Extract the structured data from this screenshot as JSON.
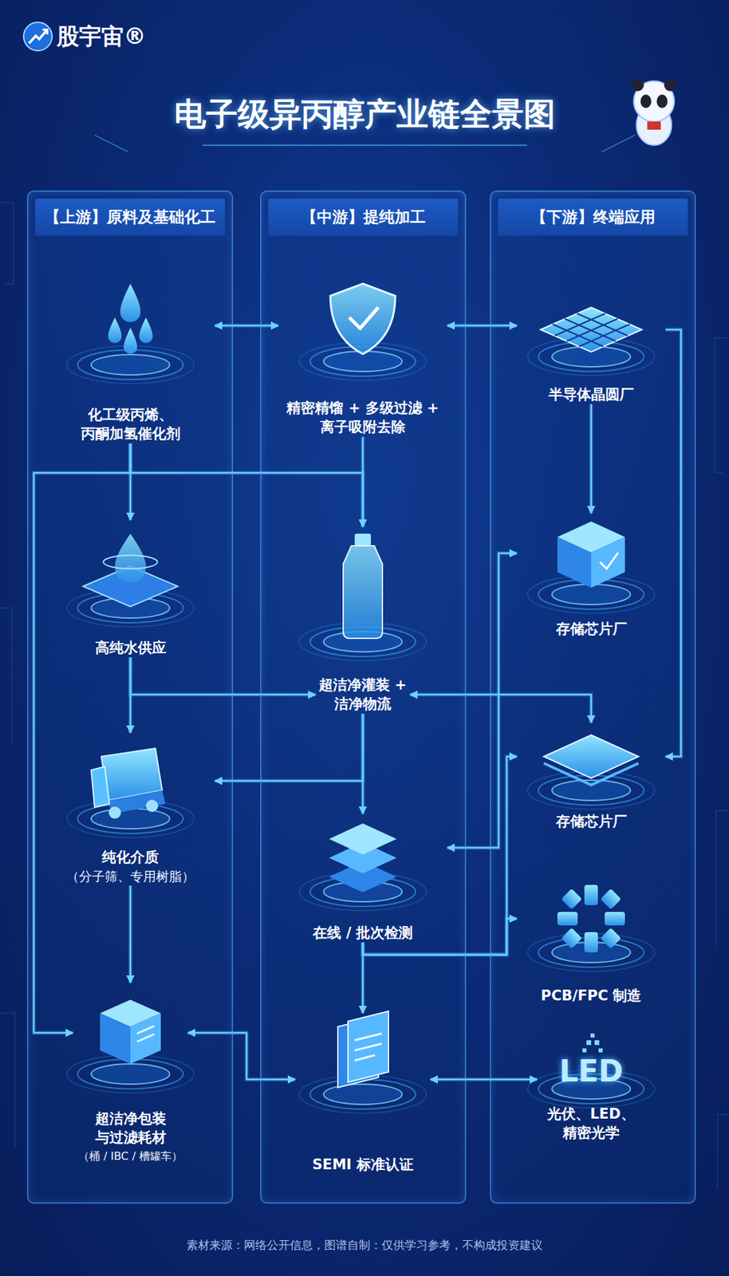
{
  "diagram": {
    "title": "电子级异丙醇产业链全景图",
    "caption": "素材来源：网络公开信息，图谱自制：仅供学习参考，不构成投资建议",
    "nodes": [
      {
        "text": [
          "【上游】原料及基础化工"
        ]
      },
      {
        "text": [
          "化工级丙烯、 丙酮加氢催化剂"
        ],
        "in": 0
      },
      {
        "text": [
          "高纯水供应"
        ],
        "in": 0
      },
      {
        "text": [
          "纯化介质",
          "（分子筛、专用树脂）"
        ],
        "in": 0
      },
      {
        "text": [
          "超洁净包装 与过滤耗材",
          "（桶 / IBC / 槽罐车）"
        ],
        "in": 0
      },
      {
        "text": [
          "【中游】提纯加工"
        ]
      },
      {
        "text": [
          "精密精馏 + 多级过滤 + 离子吸附去除"
        ],
        "in": 5
      },
      {
        "text": [
          "超洁净灌装 + 洁净物流"
        ],
        "in": 5
      },
      {
        "text": [
          "在线 / 批次检测"
        ],
        "in": 5
      },
      {
        "text": [
          "SEMI 标准认证"
        ],
        "in": 5
      },
      {
        "text": [
          "【下游】终端应用"
        ]
      },
      {
        "text": [
          "半导体晶圆厂"
        ],
        "in": 10
      },
      {
        "text": [
          "存储芯片厂"
        ],
        "in": 10
      },
      {
        "text": [
          "存储芯片厂"
        ],
        "in": 10
      },
      {
        "text": [
          "PCB/FPC 制造"
        ],
        "in": 10
      },
      {
        "text": [
          "光伏、LED、 精密光学"
        ],
        "in": 10
      }
    ],
    "edges": [
      {
        "from": 1,
        "to": 6,
        "arrow": "both"
      },
      {
        "from": 6,
        "to": 11,
        "arrow": "both"
      },
      {
        "from": 1,
        "to": 2,
        "arrow": "to"
      },
      {
        "from": 1,
        "to": 7,
        "arrow": "to"
      },
      {
        "from": 6,
        "to": 7,
        "arrow": "to"
      },
      {
        "from": 2,
        "to": 3,
        "arrow": "to"
      },
      {
        "from": 2,
        "to": 7,
        "arrow": "to"
      },
      {
        "from": 7,
        "to": 13,
        "arrow": "both"
      },
      {
        "from": 11,
        "to": 12,
        "arrow": "to"
      },
      {
        "from": 11,
        "to": 13,
        "arrow": "to"
      },
      {
        "from": 7,
        "to": 8,
        "arrow": "to"
      },
      {
        "from": 7,
        "to": 3,
        "arrow": "to"
      },
      {
        "from": 8,
        "to": 12,
        "arrow": "both"
      },
      {
        "from": 8,
        "to": 9,
        "arrow": "to"
      },
      {
        "from": 8,
        "to": 14,
        "arrow": "to"
      },
      {
        "from": 8,
        "to": 13,
        "arrow": "to"
      },
      {
        "from": 3,
        "to": 4,
        "arrow": "to"
      },
      {
        "from": 1,
        "to": 4,
        "arrow": "to"
      },
      {
        "from": 4,
        "to": 9,
        "arrow": "both"
      },
      {
        "from": 9,
        "to": 15,
        "arrow": "both"
      }
    ],
    "labels": [
      "股宇宙®",
      "LED"
    ]
  }
}
